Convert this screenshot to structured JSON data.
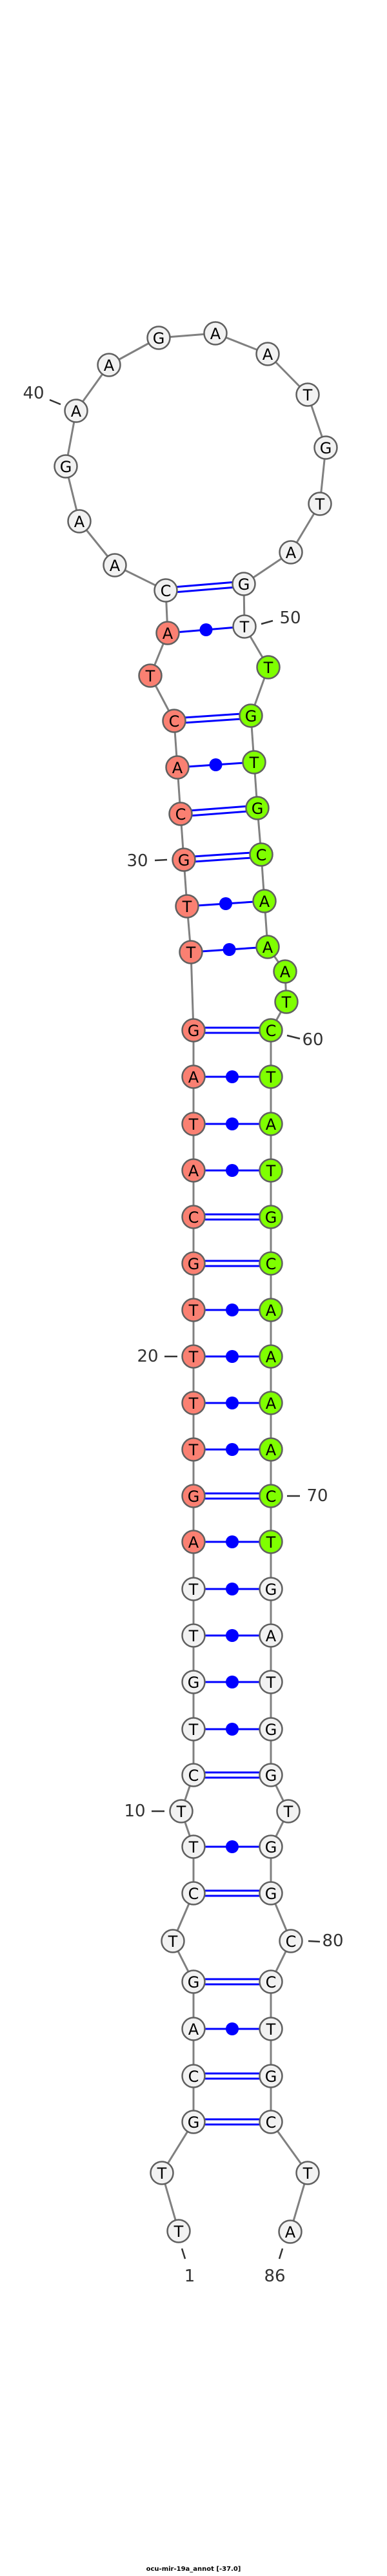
{
  "title": "ocu-mir-19a_annot [-37.0]",
  "sequence": [
    "T",
    "T",
    "G",
    "C",
    "A",
    "G",
    "T",
    "C",
    "T",
    "T",
    "C",
    "T",
    "G",
    "T",
    "T",
    "A",
    "G",
    "T",
    "T",
    "T",
    "T",
    "G",
    "C",
    "A",
    "T",
    "A",
    "G",
    "T",
    "T",
    "G",
    "C",
    "A",
    "C",
    "T",
    "A",
    "C",
    "A",
    "A",
    "G",
    "A",
    "A",
    "G",
    "A",
    "A",
    "T",
    "G",
    "T",
    "A",
    "G",
    "T",
    "T",
    "G",
    "T",
    "G",
    "C",
    "A",
    "A",
    "A",
    "T",
    "C",
    "T",
    "A",
    "T",
    "G",
    "C",
    "A",
    "A",
    "A",
    "A",
    "C",
    "T",
    "G",
    "A",
    "T",
    "G",
    "G",
    "T",
    "G",
    "G",
    "C",
    "C",
    "T",
    "G",
    "C",
    "T",
    "A"
  ],
  "pairs": [
    [
      3,
      84
    ],
    [
      4,
      83
    ],
    [
      5,
      82
    ],
    [
      6,
      81
    ],
    [
      8,
      79
    ],
    [
      9,
      78
    ],
    [
      11,
      76
    ],
    [
      12,
      75
    ],
    [
      13,
      74
    ],
    [
      14,
      73
    ],
    [
      15,
      72
    ],
    [
      16,
      71
    ],
    [
      17,
      70
    ],
    [
      18,
      69
    ],
    [
      19,
      68
    ],
    [
      20,
      67
    ],
    [
      21,
      66
    ],
    [
      22,
      65
    ],
    [
      23,
      64
    ],
    [
      24,
      63
    ],
    [
      25,
      62
    ],
    [
      26,
      61
    ],
    [
      27,
      60
    ],
    [
      28,
      57
    ],
    [
      29,
      56
    ],
    [
      30,
      55
    ],
    [
      31,
      54
    ],
    [
      32,
      53
    ],
    [
      33,
      52
    ],
    [
      35,
      50
    ],
    [
      36,
      49
    ]
  ],
  "highlights": [
    {
      "name": "red-region",
      "from": 16,
      "to": 35,
      "color": "#fa8072"
    },
    {
      "name": "green-region",
      "from": 51,
      "to": 71,
      "color": "#7fff00"
    }
  ],
  "default_fill": "#f2f2f2",
  "pair_color": "#0000ff",
  "position_labels": [
    {
      "index": 1,
      "text": "1"
    },
    {
      "index": 10,
      "text": "10"
    },
    {
      "index": 20,
      "text": "20"
    },
    {
      "index": 30,
      "text": "30"
    },
    {
      "index": 40,
      "text": "40"
    },
    {
      "index": 50,
      "text": "50"
    },
    {
      "index": 60,
      "text": "60"
    },
    {
      "index": 70,
      "text": "70"
    },
    {
      "index": 80,
      "text": "80"
    },
    {
      "index": 86,
      "text": "86"
    }
  ]
}
